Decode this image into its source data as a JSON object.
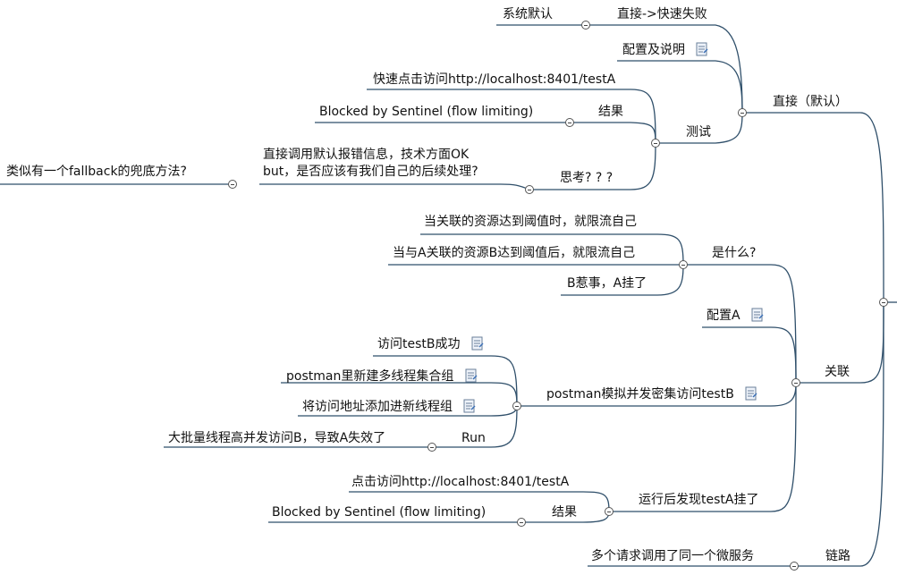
{
  "mindmap": {
    "nodes": {
      "sys_default": "系统默认",
      "direct_fail": "直接->快速失败",
      "config_desc": "配置及说明",
      "quick_click": "快速点击访问http://localhost:8401/testA",
      "blocked1": "Blocked by Sentinel (flow limiting)",
      "result1": "结果",
      "test": "测试",
      "direct_default": "直接（默认）",
      "direct_call_1": "直接调用默认报错信息，技术方面OK",
      "direct_call_2": "but，是否应该有我们自己的后续处理?",
      "fallback_q": "类似有一个fallback的兜底方法?",
      "think": "思考? ? ?",
      "assoc_threshold": "当关联的资源达到阈值时，就限流自己",
      "assoc_ab": "当与A关联的资源B达到阈值后，就限流自己",
      "what_is": "是什么?",
      "b_trouble": "B惹事，A挂了",
      "config_a": "配置A",
      "visit_testb": "访问testB成功",
      "postman_group": "postman里新建多线程集合组",
      "add_address": "将访问地址添加进新线程组",
      "postman_sim": "postman模拟并发密集访问testB",
      "assoc": "关联",
      "bulk_threads": "大批量线程高并发访问B，导致A失效了",
      "run": "Run",
      "click_visit": "点击访问http://localhost:8401/testA",
      "after_run": "运行后发现testA挂了",
      "blocked2": "Blocked by Sentinel (flow limiting)",
      "result2": "结果",
      "multi_req": "多个请求调用了同一个微服务",
      "chain": "链路"
    }
  }
}
